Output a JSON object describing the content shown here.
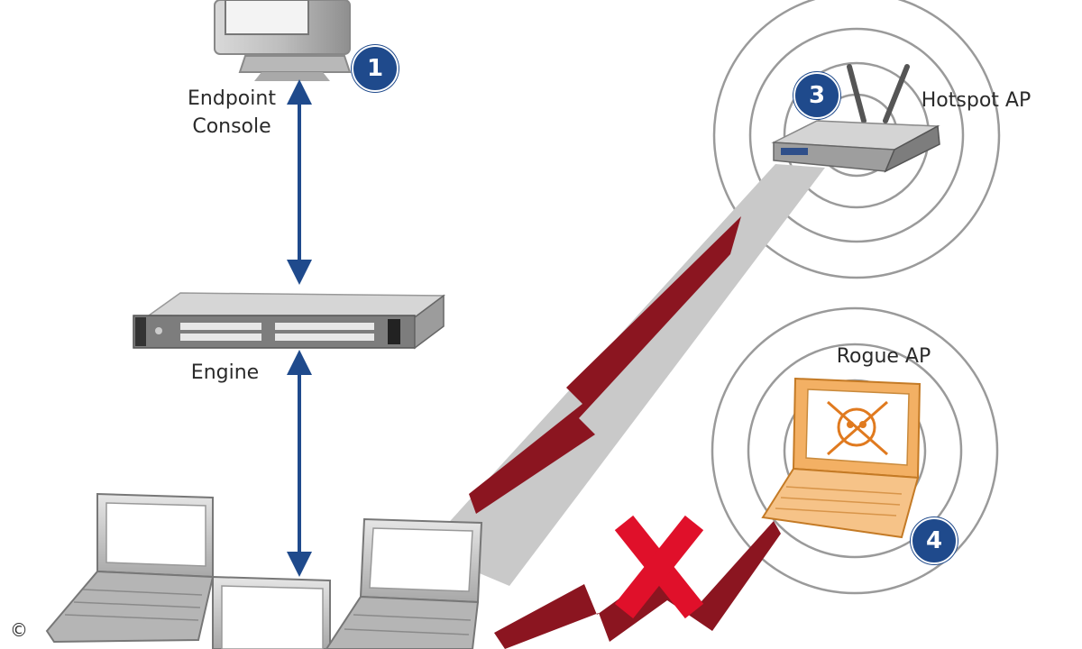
{
  "labels": {
    "endpoint_console": "Endpoint\nConsole",
    "engine": "Engine",
    "hotspot_ap": "Hotspot AP",
    "rogue_ap": "Rogue AP"
  },
  "badges": {
    "b1": "1",
    "b3": "3",
    "b4": "4"
  },
  "copyright": "©",
  "colors": {
    "arrow_blue": "#1f4a8c",
    "lightning_red": "#8b1520",
    "cross_red": "#e0102a",
    "beam_gray": "#c9c9c9",
    "rogue_orange": "#f0a64b",
    "device_gray": "#9a9a9a"
  },
  "icons": [
    "monitor-icon",
    "network-engine-icon",
    "wireless-router-icon",
    "rogue-laptop-icon",
    "laptop-icon",
    "lightning-icon",
    "cross-icon"
  ]
}
